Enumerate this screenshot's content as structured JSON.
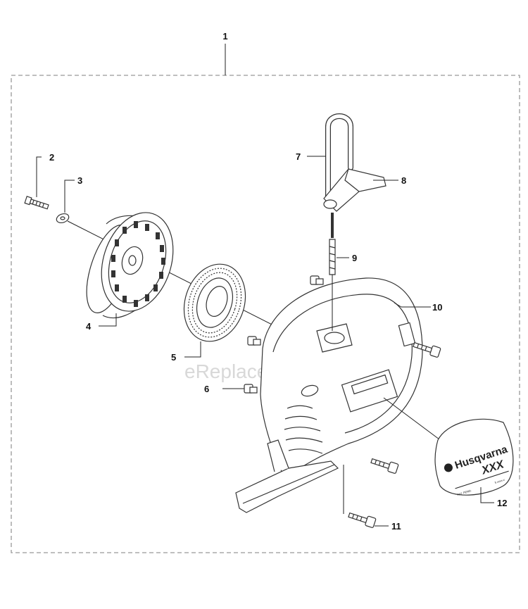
{
  "watermark": "eReplacementParts.com",
  "callouts": [
    {
      "id": "1",
      "label": "1"
    },
    {
      "id": "2",
      "label": "2"
    },
    {
      "id": "3",
      "label": "3"
    },
    {
      "id": "4",
      "label": "4"
    },
    {
      "id": "5",
      "label": "5"
    },
    {
      "id": "6",
      "label": "6"
    },
    {
      "id": "7",
      "label": "7"
    },
    {
      "id": "8",
      "label": "8"
    },
    {
      "id": "9",
      "label": "9"
    },
    {
      "id": "10",
      "label": "10"
    },
    {
      "id": "11",
      "label": "11"
    },
    {
      "id": "12",
      "label": "12"
    }
  ],
  "decal": {
    "brand": "Husqvarna",
    "model": "XXX",
    "small_left": "PAT. PEND.",
    "small_right": "5 xxxx-x"
  },
  "colors": {
    "line": "#222222",
    "frame": "#999999",
    "watermark": "#d8d8d8"
  }
}
